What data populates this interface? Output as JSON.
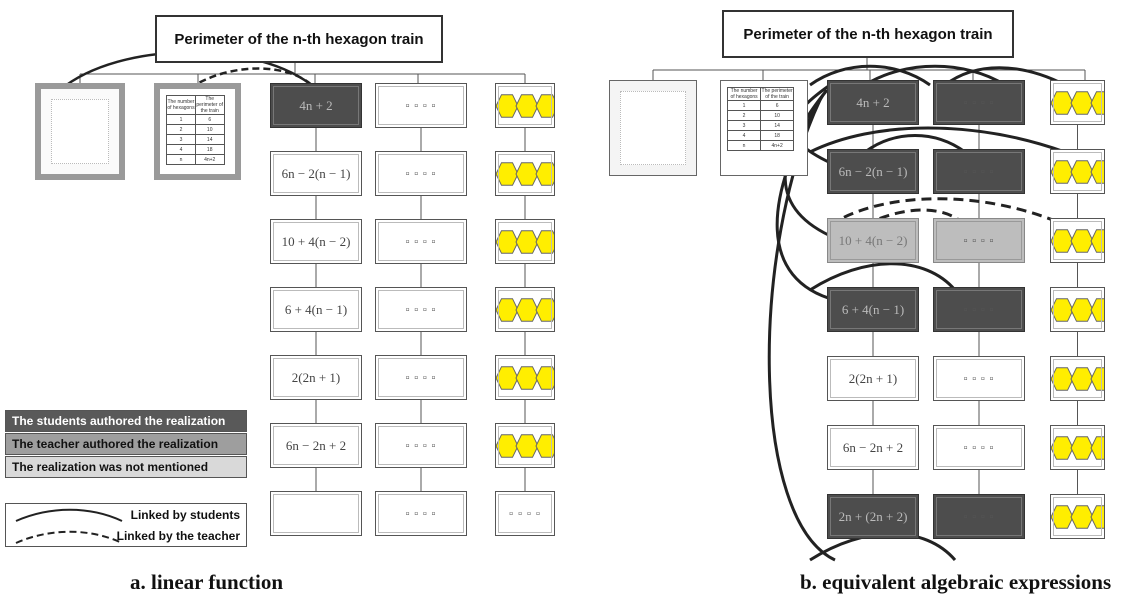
{
  "panel_a": {
    "title": "Perimeter of the n-th hexagon train",
    "expressions": [
      "4n + 2",
      "6n − 2(n − 1)",
      "10 + 4(n − 2)",
      "6 + 4(n − 1)",
      "2(2n + 1)",
      "6n − 2n + 2",
      ""
    ],
    "table": {
      "headers": [
        "The number of hexagons",
        "The perimeter of the train"
      ],
      "rows": [
        [
          "1",
          "6"
        ],
        [
          "2",
          "10"
        ],
        [
          "3",
          "14"
        ],
        [
          "4",
          "18"
        ],
        [
          "n",
          "4n+2"
        ]
      ]
    },
    "legend": {
      "students_authored": "The students authored the realization",
      "teacher_authored": "The teacher authored the realization",
      "not_mentioned": "The realization was not mentioned",
      "linked_students": "Linked by students",
      "linked_teacher": "Linked by the teacher"
    },
    "caption": "a. linear function"
  },
  "panel_b": {
    "title": "Perimeter of the n-th hexagon train",
    "expressions": [
      "4n + 2",
      "6n − 2(n − 1)",
      "10 + 4(n − 2)",
      "6 + 4(n − 1)",
      "2(2n + 1)",
      "6n − 2n + 2",
      "2n + (2n + 2)"
    ],
    "table": {
      "headers": [
        "The number of hexagons",
        "The perimeter of the train"
      ],
      "rows": [
        [
          "1",
          "6"
        ],
        [
          "2",
          "10"
        ],
        [
          "3",
          "14"
        ],
        [
          "4",
          "18"
        ],
        [
          "n",
          "4n+2"
        ]
      ]
    },
    "caption": "b. equivalent algebraic expressions"
  },
  "colors": {
    "students": "#4d4d4d",
    "teacher": "#9e9e9e",
    "not_mentioned": "#d9d9d9",
    "hexagon": "#ffee00"
  },
  "icons": {
    "hexagon_train": "hexagon-train-icon",
    "dots_pattern": "dots-pattern-icon"
  }
}
